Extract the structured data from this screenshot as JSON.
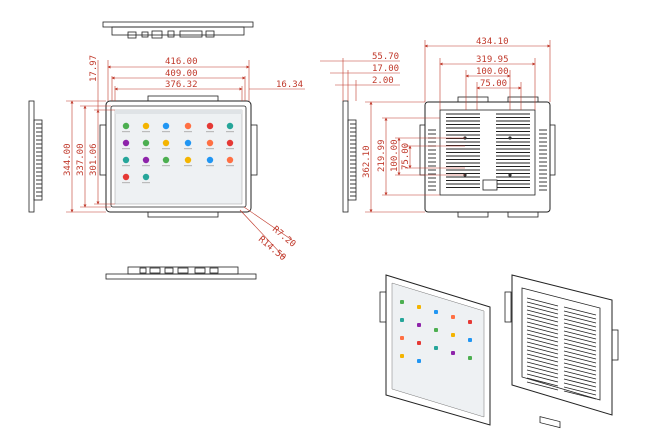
{
  "front_view": {
    "width_dims": [
      "416.00",
      "409.00",
      "376.32"
    ],
    "height_dims": [
      "344.00",
      "337.00",
      "301.06"
    ],
    "top_offset": "17.97",
    "side_offset": "16.34",
    "corner_radii": [
      "R7.20",
      "R14.50"
    ]
  },
  "rear_view": {
    "width_dims": [
      "434.10",
      "319.95",
      "100.00",
      "75.00"
    ],
    "depth_dims": [
      "55.70",
      "17.00",
      "2.00"
    ],
    "height_dims": [
      "362.10",
      "219.99",
      "100.00",
      "75.00"
    ]
  },
  "colors": {
    "dimension": "#c0392b",
    "outline": "#222222",
    "screen": "#eef1f3"
  },
  "icons": [
    "app-icon-green",
    "app-icon-yellow",
    "app-icon-blue",
    "app-icon-orange",
    "app-icon-red",
    "app-icon-teal",
    "app-icon-purple"
  ]
}
